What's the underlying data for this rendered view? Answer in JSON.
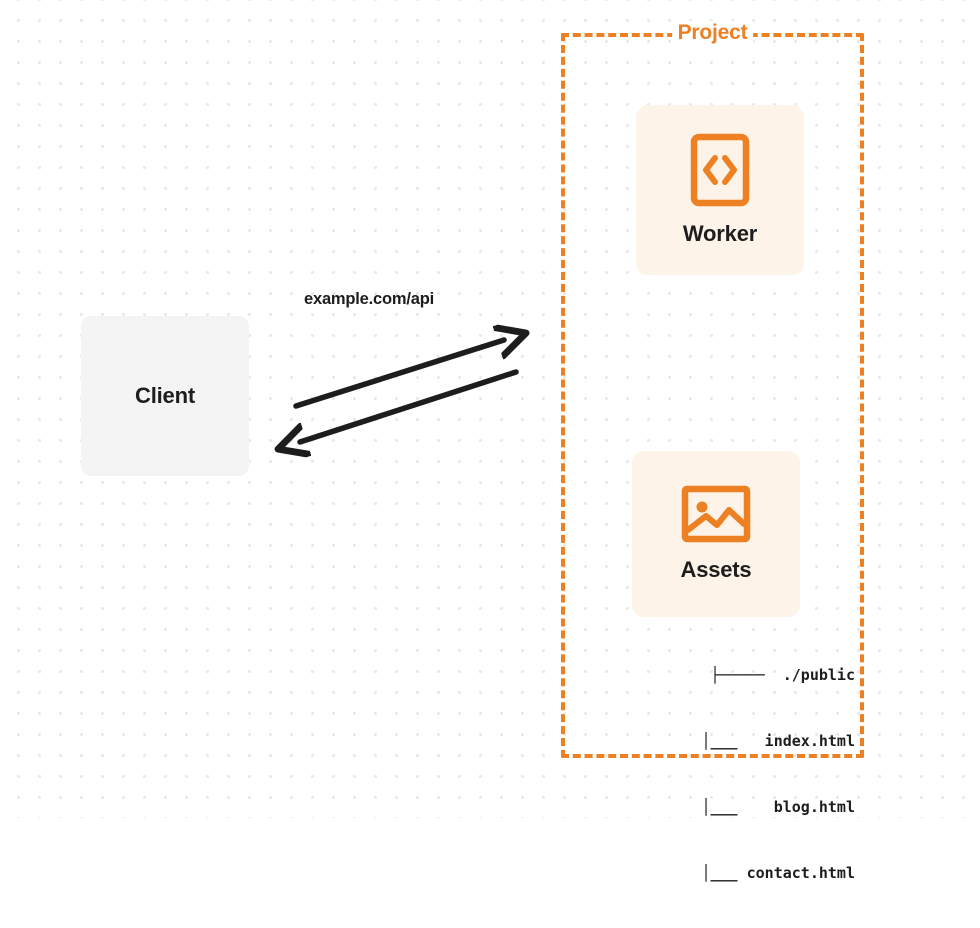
{
  "diagram": {
    "title": "Cloudflare Worker with static Assets architecture",
    "background": {
      "dot_color": "#e9e9e9",
      "page_color": "#ffffff"
    },
    "colors": {
      "accent_orange": "#ed8022",
      "card_background": "#fdf3e8",
      "client_background": "#f4f4f5",
      "text_dark": "#1d1d1d"
    },
    "client": {
      "label": "Client",
      "icon": "none"
    },
    "connection": {
      "label": "example.com/api",
      "arrow_outbound": "request-arrow",
      "arrow_inbound": "response-arrow"
    },
    "project": {
      "title": "Project",
      "border_style": "dashed",
      "services": [
        {
          "label": "Worker",
          "icon": "code-brackets-icon"
        },
        {
          "label": "Assets",
          "icon": "image-icon"
        }
      ],
      "file_tree": [
        {
          "prefix": "├──── ",
          "name": "./public"
        },
        {
          "prefix": "      │___ ",
          "name": "index.html"
        },
        {
          "prefix": "      │___ ",
          "name": "blog.html"
        },
        {
          "prefix": "      │___ ",
          "name": "contact.html"
        }
      ],
      "file_tree_lines": [
        "├─────  ./public",
        "     │___   index.html",
        "     │___    blog.html",
        "     │___ contact.html"
      ]
    }
  }
}
